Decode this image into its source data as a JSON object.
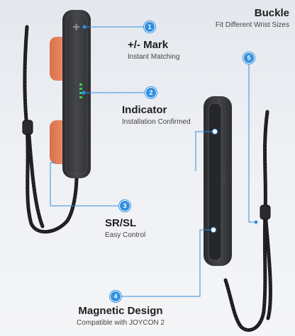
{
  "callouts": [
    {
      "number": "1",
      "title": "+/- Mark",
      "subtitle": "Instant Matching"
    },
    {
      "number": "2",
      "title": "Indicator",
      "subtitle": "Installation Confirmed"
    },
    {
      "number": "3",
      "title": "SR/SL",
      "subtitle": "Easy Control"
    },
    {
      "number": "4",
      "title": "Magnetic Design",
      "subtitle": "Compatible with JOYCON 2"
    },
    {
      "number": "5",
      "title": "Buckle",
      "subtitle": "Fit Different Wrist Sizes"
    }
  ],
  "colors": {
    "callout_line": "#2f8fdf",
    "indicator_led": "#39d353",
    "side_button": "#e8835c",
    "device_body": "#3a3b3e"
  },
  "icons": [
    "plus-mark-icon"
  ]
}
